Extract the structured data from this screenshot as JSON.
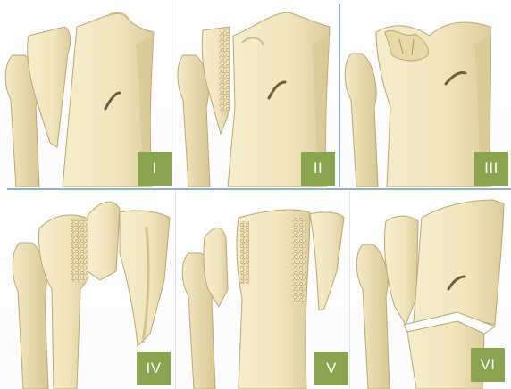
{
  "panels": [
    {
      "label": "I"
    },
    {
      "label": "II"
    },
    {
      "label": "III"
    },
    {
      "label": "IV"
    },
    {
      "label": "V"
    },
    {
      "label": "VI"
    }
  ],
  "colors": {
    "bone": "#f3e8c2",
    "bone_shadow": "#d9c99a",
    "bone_outline": "#b9a873",
    "badge": "#8aa34e",
    "separator": "#8fb0cc"
  }
}
